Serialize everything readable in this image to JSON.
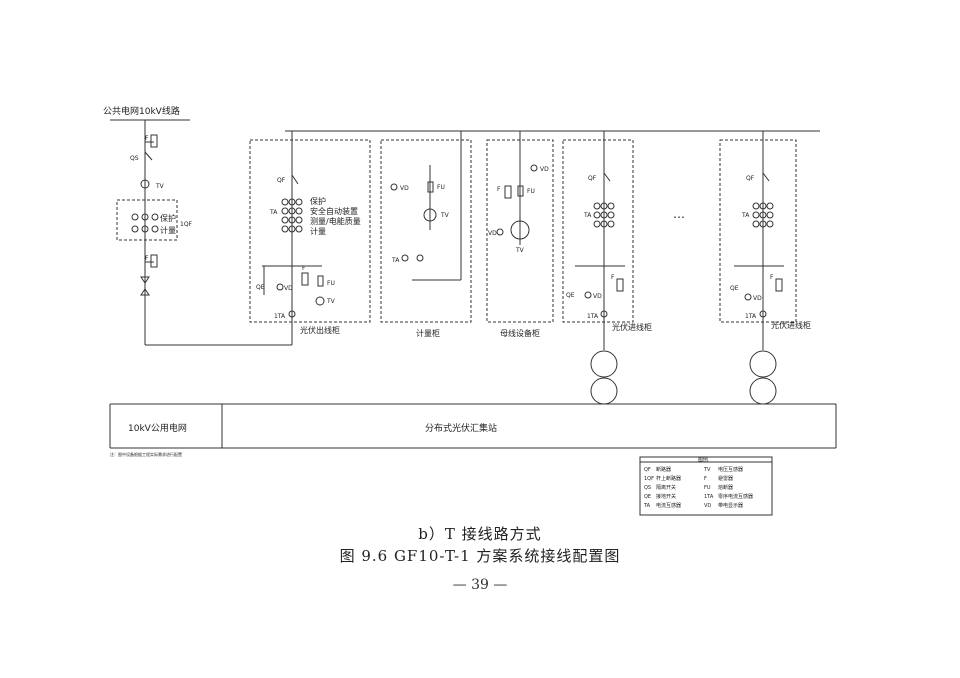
{
  "grid_label": "公共电网10kV线路",
  "labels": {
    "QS": "QS",
    "F": "F",
    "TV": "TV",
    "1QF": "1QF",
    "QF": "QF",
    "TA": "TA",
    "QE": "QE",
    "VD": "VD",
    "FU": "FU",
    "1TA": "1TA"
  },
  "boxes": {
    "metering_protection": [
      "保护",
      "计量"
    ],
    "outgoing_functions": [
      "保护",
      "安全自动装置",
      "测量/电能质量",
      "计量"
    ]
  },
  "cabinets": {
    "outgoing": "光伏出线柜",
    "metering": "计量柜",
    "bus_pt": "母线设备柜",
    "incoming_1": "光伏进线柜",
    "incoming_2": "光伏进线柜"
  },
  "ellipsis": "…",
  "bottom_band": {
    "left": "10kV公用电网",
    "right": "分布式光伏汇集站"
  },
  "note": "注：图中设备根据工程实际需求进行配置",
  "legend": {
    "title": "图例",
    "rows": [
      [
        "QF",
        "断路器",
        "TV",
        "电压互感器"
      ],
      [
        "1QF",
        "杆上断路器",
        "F",
        "避雷器"
      ],
      [
        "QS",
        "隔离开关",
        "FU",
        "熔断器"
      ],
      [
        "QE",
        "接地开关",
        "1TA",
        "零序电流互感器"
      ],
      [
        "TA",
        "电流互感器",
        "VD",
        "带电显示器"
      ]
    ]
  },
  "caption_sub": "b）T 接线路方式",
  "caption_main": "图 9.6    GF10-T-1 方案系统接线配置图",
  "page_number": "— 39 —"
}
